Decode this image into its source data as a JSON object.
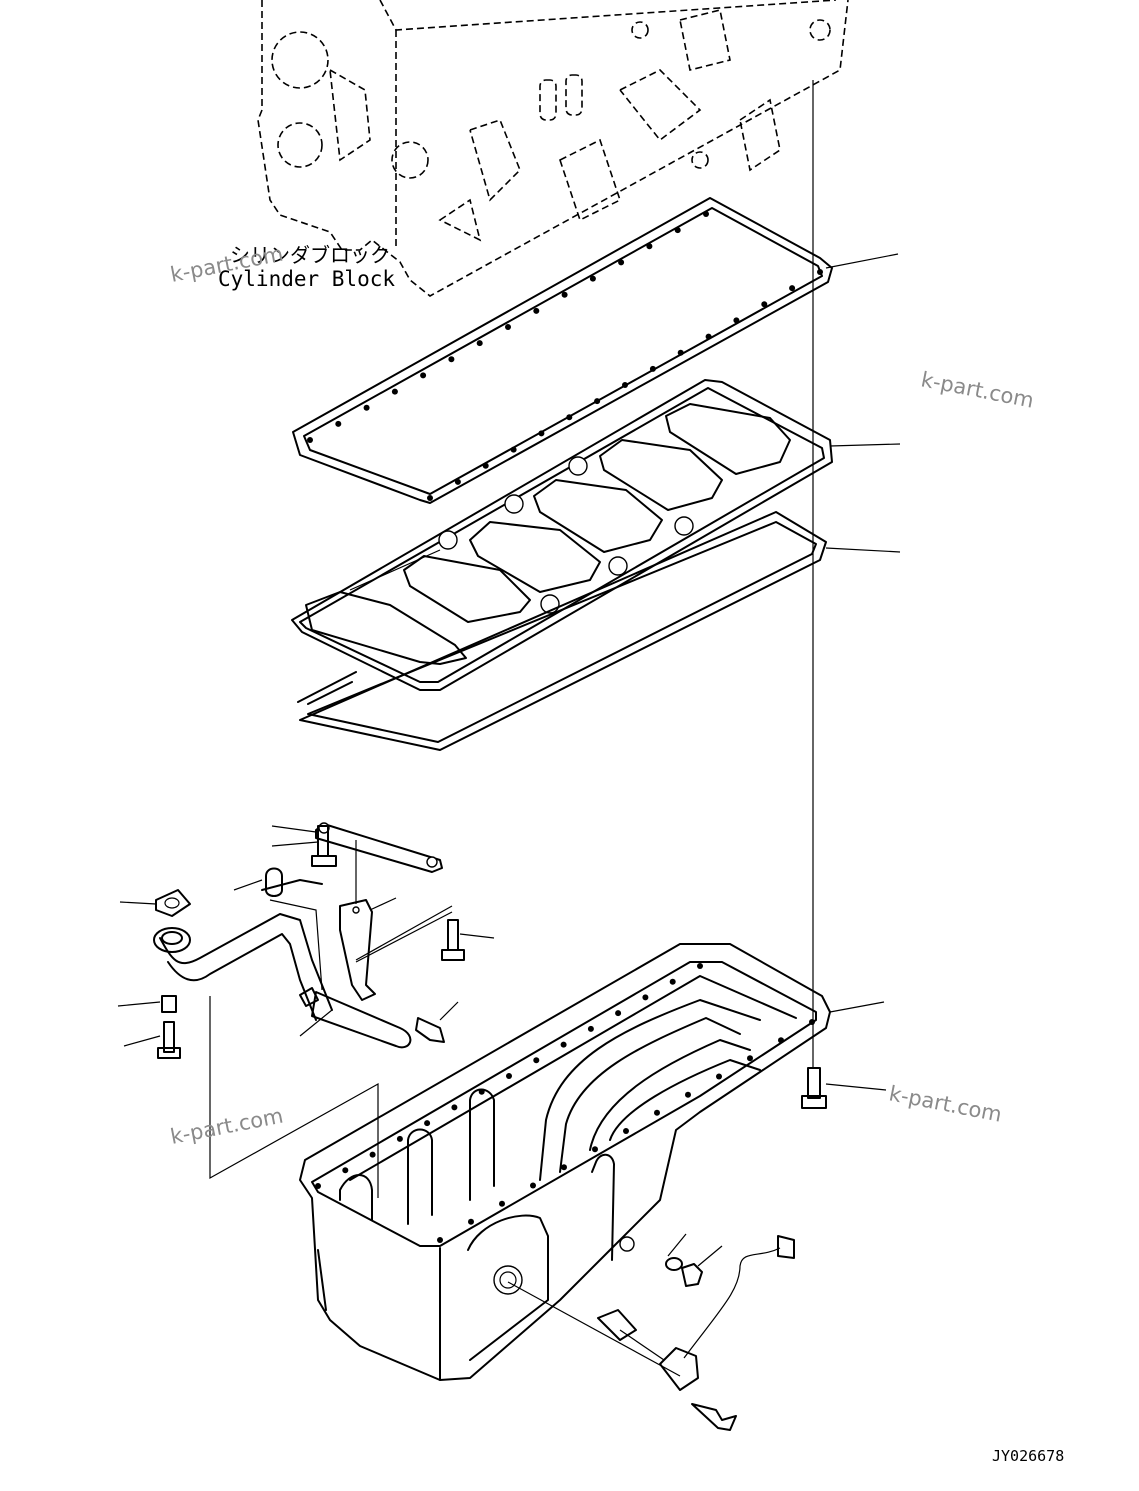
{
  "diagram": {
    "block_label_jp": "シリンダブロック",
    "block_label_en": "Cylinder Block",
    "drawing_number": "JY026678",
    "watermarks": [
      "k-part.com",
      "k-part.com",
      "k-part.com",
      "k-part.com"
    ]
  }
}
